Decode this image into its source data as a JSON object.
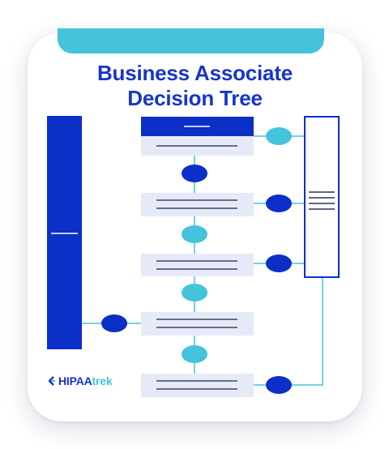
{
  "title": {
    "line1": "Business Associate",
    "line2": "Decision Tree"
  },
  "logo": {
    "part1": "HIPAA",
    "part2": "trek",
    "icon": "chevron-arrow-icon"
  },
  "colors": {
    "navy": "#0c2fc8",
    "cyan": "#45c3dc",
    "pale_box": "#e6eaf8",
    "line": "#3f4560"
  },
  "decision_boxes": [
    {
      "id": "q1",
      "header": true
    },
    {
      "id": "q2"
    },
    {
      "id": "q3"
    },
    {
      "id": "q4"
    },
    {
      "id": "q5"
    }
  ],
  "connectors": [
    {
      "between": "q1-q2",
      "color": "navy"
    },
    {
      "between": "q2-q3",
      "color": "cyan"
    },
    {
      "between": "q3-q4",
      "color": "cyan"
    },
    {
      "between": "q4-q5",
      "color": "cyan"
    },
    {
      "between": "q1-right",
      "color": "cyan"
    },
    {
      "between": "q2-right",
      "color": "navy"
    },
    {
      "between": "q3-right",
      "color": "navy"
    },
    {
      "between": "q4-left",
      "color": "navy"
    },
    {
      "between": "q5-right",
      "color": "navy"
    }
  ]
}
